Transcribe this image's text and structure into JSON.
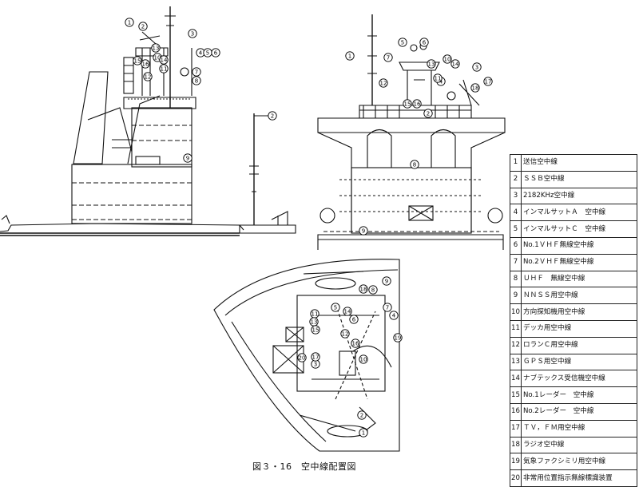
{
  "legend": [
    {
      "no": "1",
      "label": "送信空中線"
    },
    {
      "no": "2",
      "label": "ＳＳＢ空中線"
    },
    {
      "no": "3",
      "label": "2182KHz空中線"
    },
    {
      "no": "4",
      "label": "インマルサットＡ　空中線"
    },
    {
      "no": "5",
      "label": "インマルサットＣ　空中線"
    },
    {
      "no": "6",
      "label": "No.1ＶＨＦ無線空中線"
    },
    {
      "no": "7",
      "label": "No.2ＶＨＦ無線空中線"
    },
    {
      "no": "8",
      "label": "ＵＨＦ　無線空中線"
    },
    {
      "no": "9",
      "label": "ＮＮＳＳ用空中線"
    },
    {
      "no": "10",
      "label": "方向探知機用空中線"
    },
    {
      "no": "11",
      "label": "デッカ用空中線"
    },
    {
      "no": "12",
      "label": "ロランＣ用空中線"
    },
    {
      "no": "13",
      "label": "ＧＰＳ用空中線"
    },
    {
      "no": "14",
      "label": "ナブテックス受信機空中線"
    },
    {
      "no": "15",
      "label": "No.1レーダー　空中線"
    },
    {
      "no": "16",
      "label": "No.2レーダー　空中線"
    },
    {
      "no": "17",
      "label": "ＴＶ，ＦＭ用空中線"
    },
    {
      "no": "18",
      "label": "ラジオ空中線"
    },
    {
      "no": "19",
      "label": "気象ファクシミリ用空中線"
    },
    {
      "no": "20",
      "label": "非常用位置指示無線標識装置"
    }
  ],
  "caption": "図３・16　空中線配置図",
  "markers": {
    "side": [
      "1",
      "2",
      "3",
      "4",
      "5",
      "6",
      "7",
      "8",
      "9",
      "10",
      "11",
      "12",
      "13",
      "14",
      "15",
      "16"
    ],
    "stern": [
      "2"
    ],
    "front": [
      "1",
      "2",
      "3",
      "4",
      "5",
      "6",
      "7",
      "8",
      "9",
      "10",
      "11",
      "12",
      "13",
      "14",
      "15",
      "16",
      "17",
      "18"
    ],
    "plan": [
      "1",
      "2",
      "3",
      "4",
      "5",
      "6",
      "7",
      "8",
      "9",
      "10",
      "11",
      "12",
      "13",
      "14",
      "15",
      "16",
      "17",
      "18",
      "19",
      "20"
    ]
  }
}
